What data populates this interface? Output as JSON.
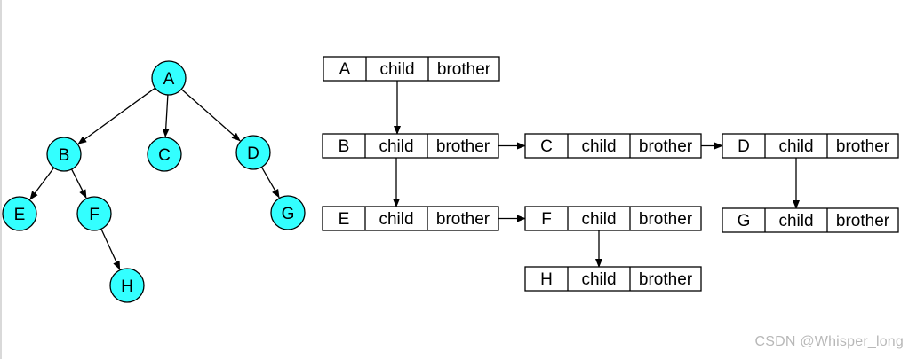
{
  "colors": {
    "node_fill": "#33ffff",
    "stroke": "#000000",
    "background": "#ffffff",
    "watermark": "#b8b8b8"
  },
  "tree": {
    "nodes": [
      {
        "id": "A",
        "label": "A"
      },
      {
        "id": "B",
        "label": "B"
      },
      {
        "id": "C",
        "label": "C"
      },
      {
        "id": "D",
        "label": "D"
      },
      {
        "id": "E",
        "label": "E"
      },
      {
        "id": "F",
        "label": "F"
      },
      {
        "id": "G",
        "label": "G"
      },
      {
        "id": "H",
        "label": "H"
      }
    ],
    "edges": [
      {
        "from": "A",
        "to": "B"
      },
      {
        "from": "A",
        "to": "C"
      },
      {
        "from": "A",
        "to": "D"
      },
      {
        "from": "B",
        "to": "E"
      },
      {
        "from": "B",
        "to": "F"
      },
      {
        "from": "D",
        "to": "G"
      },
      {
        "from": "F",
        "to": "H"
      }
    ]
  },
  "child_sibling": {
    "field_child": "child",
    "field_brother": "brother",
    "records": [
      {
        "id": "A",
        "label": "A"
      },
      {
        "id": "B",
        "label": "B"
      },
      {
        "id": "C",
        "label": "C"
      },
      {
        "id": "D",
        "label": "D"
      },
      {
        "id": "E",
        "label": "E"
      },
      {
        "id": "F",
        "label": "F"
      },
      {
        "id": "G",
        "label": "G"
      },
      {
        "id": "H",
        "label": "H"
      }
    ],
    "links": [
      {
        "from": "A",
        "to": "B",
        "kind": "child"
      },
      {
        "from": "B",
        "to": "E",
        "kind": "child"
      },
      {
        "from": "B",
        "to": "C",
        "kind": "brother"
      },
      {
        "from": "C",
        "to": "D",
        "kind": "brother"
      },
      {
        "from": "D",
        "to": "G",
        "kind": "child"
      },
      {
        "from": "E",
        "to": "F",
        "kind": "brother"
      },
      {
        "from": "F",
        "to": "H",
        "kind": "child"
      }
    ]
  },
  "watermark": "CSDN @Whisper_long"
}
